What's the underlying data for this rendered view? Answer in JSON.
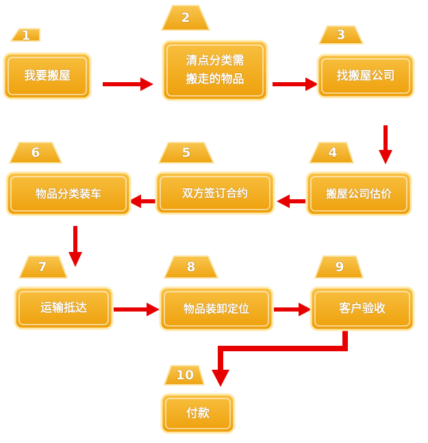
{
  "colors": {
    "box_fill": "#f5b21e",
    "box_inner": "#f0a40c",
    "box_border": "#ffe7a0",
    "arrow": "#e60000",
    "text": "#ffffff"
  },
  "steps": [
    {
      "number": "1",
      "label": "我要搬屋"
    },
    {
      "number": "2",
      "label": "清点分类需",
      "label2": "搬走的物品"
    },
    {
      "number": "3",
      "label": "找搬屋公司"
    },
    {
      "number": "4",
      "label": "搬屋公司估价"
    },
    {
      "number": "5",
      "label": "双方签订合约"
    },
    {
      "number": "6",
      "label": "物品分类装车"
    },
    {
      "number": "7",
      "label": "运输抵达"
    },
    {
      "number": "8",
      "label": "物品装卸定位"
    },
    {
      "number": "9",
      "label": "客户验收"
    },
    {
      "number": "10",
      "label": "付款"
    }
  ]
}
